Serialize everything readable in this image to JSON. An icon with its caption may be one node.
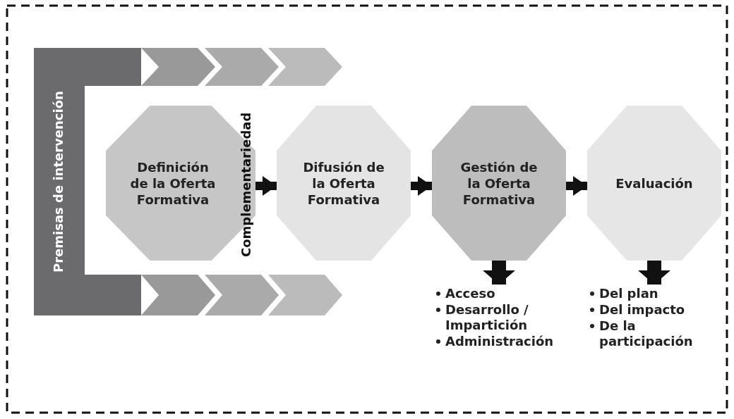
{
  "diagram": {
    "nodes": [
      {
        "text": [
          "Premisas de intervención"
        ]
      },
      {
        "text": [
          "Definición de la Oferta Formativa"
        ]
      },
      {
        "text": [
          "Difusión de la Oferta Formativa"
        ]
      },
      {
        "text": [
          "Gestión de la Oferta Formativa"
        ]
      },
      {
        "text": [
          "Evaluación"
        ]
      },
      {
        "text": [
          "Acceso",
          "Desarrollo / Impartición",
          "Administración"
        ]
      },
      {
        "text": [
          "Del plan",
          "Del impacto",
          "De la participación"
        ]
      }
    ],
    "edges": [
      {
        "from": 1,
        "to": 2,
        "arrow": "to"
      },
      {
        "from": 2,
        "to": 3,
        "arrow": "to"
      },
      {
        "from": 3,
        "to": 4,
        "arrow": "to"
      },
      {
        "from": 3,
        "to": 5,
        "arrow": "to"
      },
      {
        "from": 4,
        "to": 6,
        "arrow": "to"
      }
    ],
    "labels": [
      "Complementariedad"
    ]
  }
}
